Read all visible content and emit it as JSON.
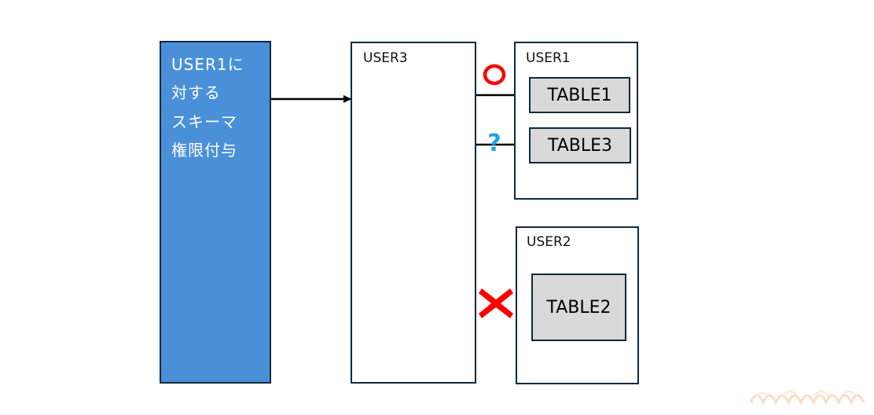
{
  "colors": {
    "grant_box_fill": "#4a90d9",
    "grant_text": "#ffffff",
    "border": "#0f2a3a",
    "table_fill": "#d9d9d9",
    "ok_mark": "#ff0000",
    "question_mark": "#1ea0e6",
    "deny_mark": "#ff0000"
  },
  "grant_box": {
    "lines": [
      "USER1に",
      "対する",
      "スキーマ",
      "権限付与"
    ]
  },
  "user3_box": {
    "label": "USER3"
  },
  "user1_box": {
    "label": "USER1",
    "tables": [
      "TABLE1",
      "TABLE3"
    ]
  },
  "user2_box": {
    "label": "USER2",
    "tables": [
      "TABLE2"
    ]
  },
  "marks": {
    "ok": "circle-mark",
    "unknown": "?",
    "deny": "cross-mark"
  },
  "watermark": {
    "icon": "site-logo-watermark"
  }
}
